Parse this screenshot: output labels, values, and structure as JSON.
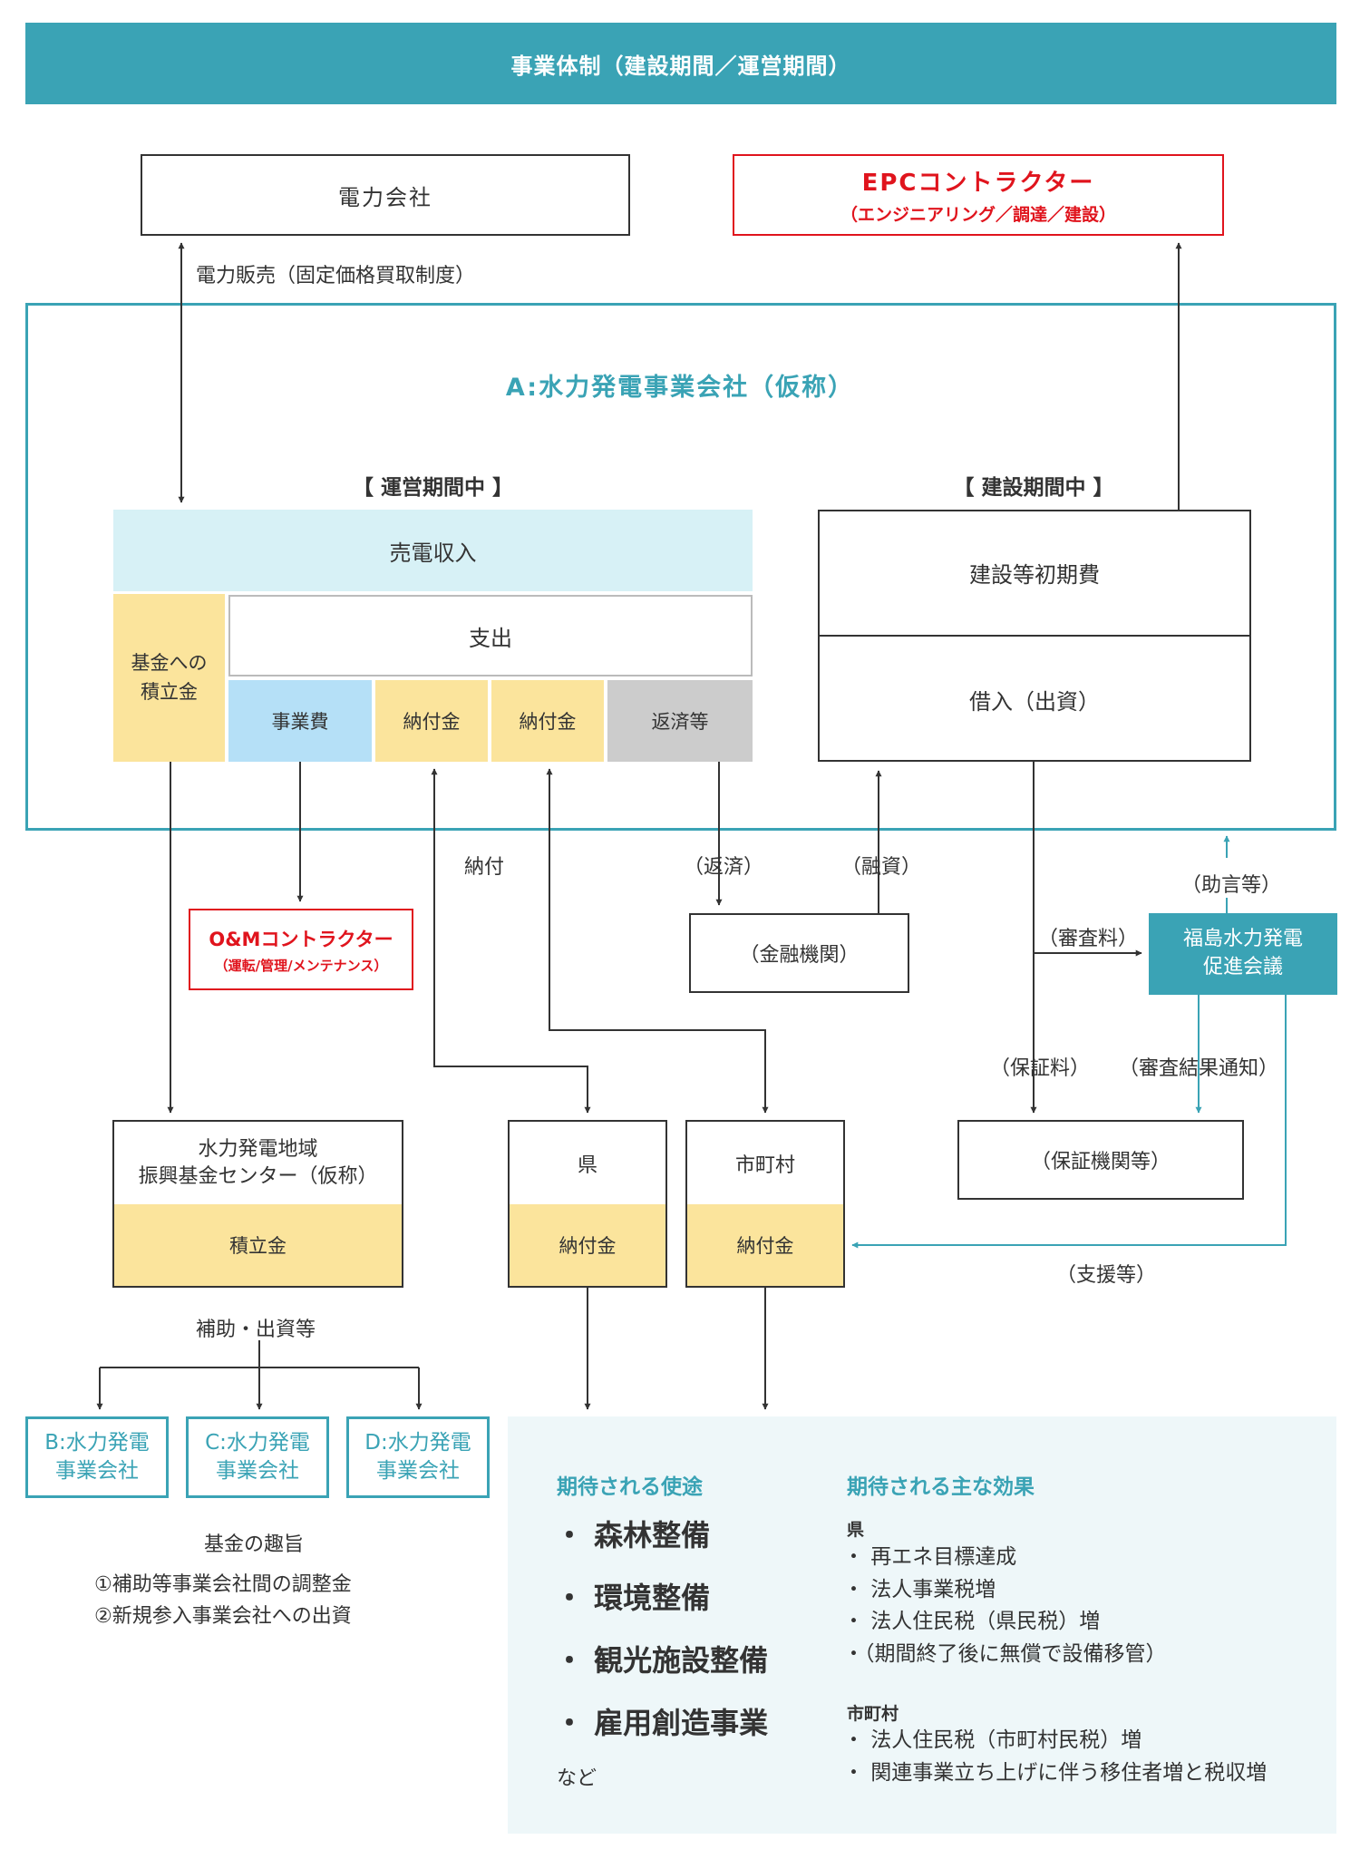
{
  "header": "事業体制（建設期間／運営期間）",
  "power_company": "電力会社",
  "epc": {
    "title": "EPCコントラクター",
    "sub": "（エンジニアリング／調達／建設）"
  },
  "power_sale": "電力販売（固定価格買取制度）",
  "company_a": "A:水力発電事業会社（仮称）",
  "operation_period": "【 運営期間中 】",
  "construction_period": "【 建設期間中 】",
  "revenue": "売電収入",
  "fund_reserve": [
    "基金への",
    "積立金"
  ],
  "expenditure": "支出",
  "business_cost": "事業費",
  "payment1": "納付金",
  "payment2": "納付金",
  "repayment": "返済等",
  "initial_cost": "建設等初期費",
  "borrowing": "借入（出資）",
  "payment_label": "納付",
  "repay_label": "（返済）",
  "finance_label": "（融資）",
  "advice_label": "（助言等）",
  "review_fee_label": "（審査料）",
  "guarantee_fee_label": "（保証料）",
  "review_result_label": "（審査結果通知）",
  "support_label": "（支援等）",
  "om": {
    "title": "O&Mコントラクター",
    "sub": "（運転/管理/メンテナンス）"
  },
  "financial_inst": "（金融機関）",
  "council": [
    "福島水力発電",
    "促進会議"
  ],
  "fund_center": {
    "line1": "水力発電地域",
    "line2": "振興基金センター（仮称）",
    "reserve": "積立金"
  },
  "prefecture": {
    "name": "県",
    "payment": "納付金"
  },
  "municipality": {
    "name": "市町村",
    "payment": "納付金"
  },
  "guarantee_inst": "（保証機関等）",
  "subsidy_label": "補助・出資等",
  "companies": [
    [
      "B:水力発電",
      "事業会社"
    ],
    [
      "C:水力発電",
      "事業会社"
    ],
    [
      "D:水力発電",
      "事業会社"
    ]
  ],
  "fund_purpose": {
    "title": "基金の趣旨",
    "items": [
      "①補助等事業会社間の調整金",
      "②新規参入事業会社への出資"
    ]
  },
  "expected_uses": {
    "title": "期待される使途",
    "items": [
      "・ 森林整備",
      "・ 環境整備",
      "・ 観光施設整備",
      "・ 雇用創造事業"
    ],
    "etc": "など"
  },
  "expected_effects": {
    "title": "期待される主な効果",
    "pref_title": "県",
    "pref_items": [
      "・ 再エネ目標達成",
      "・ 法人事業税増",
      "・ 法人住民税（県民税）増",
      "・（期間終了後に無償で設備移管）"
    ],
    "muni_title": "市町村",
    "muni_items": [
      "・ 法人住民税（市町村民税）増",
      "・ 関連事業立ち上げに伴う移住者増と税収増"
    ]
  },
  "colors": {
    "teal": "#3aa3b5",
    "red": "#e0141d",
    "light_teal": "#d7f1f6",
    "yellow": "#fbe49c",
    "blue": "#b5e0f7",
    "gray": "#cccccc",
    "bottom_panel": "#eef7f9"
  }
}
